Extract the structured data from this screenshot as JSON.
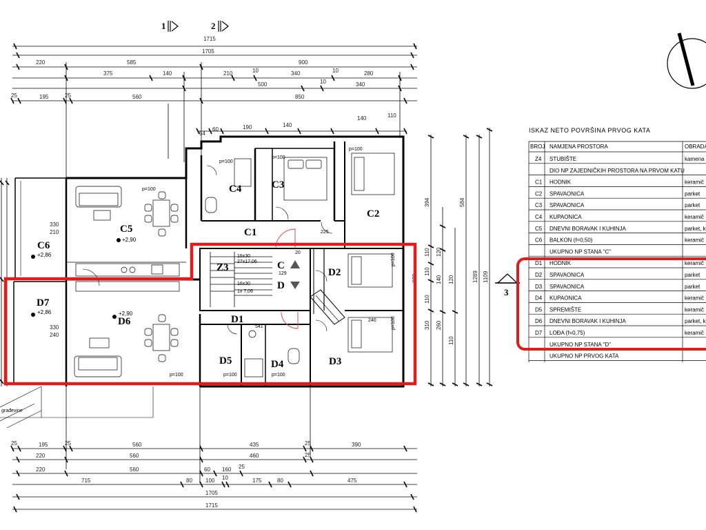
{
  "axes": {
    "a1": "1",
    "a2": "2",
    "a3": "3"
  },
  "dims_top": {
    "r1": [
      "1715"
    ],
    "r2": [
      "1705"
    ],
    "r3": [
      "220",
      "585",
      "900"
    ],
    "r4": [
      "375",
      "140",
      "210",
      "10",
      "340",
      "10",
      "280"
    ],
    "r5": [
      "500",
      "10",
      "340"
    ],
    "r6": [
      "25",
      "195",
      "25",
      "560",
      "850"
    ],
    "r7": [
      "54",
      "60",
      "190",
      "140",
      "140",
      "110"
    ]
  },
  "dims_bottom": {
    "r1": [
      "25",
      "195",
      "25",
      "560",
      "435",
      "25",
      "390"
    ],
    "r2": [
      "220",
      "560",
      "460",
      "25"
    ],
    "r3": [
      "220",
      "560",
      "60",
      "160",
      "25"
    ],
    "r4": [
      "715",
      "80",
      "100",
      "10",
      "175",
      "80",
      "475"
    ],
    "r5": [
      "1705"
    ],
    "r6": [
      "1715"
    ]
  },
  "dims_right": {
    "a": [
      "394",
      "110",
      "120",
      "110",
      "230",
      "140",
      "120",
      "110",
      "310",
      "260",
      "110"
    ],
    "b": [
      "1289",
      "1109",
      "584"
    ]
  },
  "dims_left": [
    "330",
    "210",
    "330",
    "240"
  ],
  "rooms": {
    "C1": "C1",
    "C2": "C2",
    "C3": "C3",
    "C4": "C4",
    "C5": "C5",
    "C6": "C6",
    "D1": "D1",
    "D2": "D2",
    "D3": "D3",
    "D4": "D4",
    "D5": "D5",
    "D6": "D6",
    "D7": "D7",
    "Z3": "Z3",
    "C": "C",
    "D": "D"
  },
  "levels": {
    "c5": "+2,90",
    "c6": "+2,86",
    "d7": "+2,86",
    "d6": "+2,90"
  },
  "floor_notes": {
    "c5": "p=100",
    "c2": "p=100",
    "c4": "p=100",
    "d2": "p=100",
    "d3": "p=100",
    "d6": "p=100",
    "d5": "p=100",
    "d4": "p=100",
    "c_top": "p=100"
  },
  "stair_notes": [
    "16x30",
    "27x17,06",
    "16x30",
    "1x 7,06",
    "225",
    "541",
    "240",
    "129",
    "20"
  ],
  "site_label": "građevine",
  "table": {
    "title": "ISKAZ NETO POVRŠINA PRVOG KATA",
    "headers": [
      "BROJ",
      "NAMJENA PROSTORA",
      "OBRADA"
    ],
    "rows": [
      {
        "num": "Z4",
        "name": "STUBIŠTE",
        "finish": "kamena"
      },
      {
        "num": "",
        "name": "DIO NP ZAJEDNIČKIH PROSTORA NA PRVOM KATU",
        "finish": ""
      },
      {
        "num": "C1",
        "name": "HODNIK",
        "finish": "keramič"
      },
      {
        "num": "C2",
        "name": "SPAVAONICA",
        "finish": "parket"
      },
      {
        "num": "C3",
        "name": "SPAVAONICA",
        "finish": "parket"
      },
      {
        "num": "C4",
        "name": "KUPAONICA",
        "finish": "keramič"
      },
      {
        "num": "C5",
        "name": "DNEVNI BORAVAK I KUHINJA",
        "finish": "parket, k"
      },
      {
        "num": "C6",
        "name": "BALKON (f=0,50)",
        "finish": "keramič"
      },
      {
        "num": "",
        "name": "UKUPNO NP STANA \"C\"",
        "finish": ""
      },
      {
        "num": "D1",
        "name": "HODNIK",
        "finish": "keramič"
      },
      {
        "num": "D2",
        "name": "SPAVAONICA",
        "finish": "parket"
      },
      {
        "num": "D3",
        "name": "SPAVAONICA",
        "finish": "parket"
      },
      {
        "num": "D4",
        "name": "KUPAONICA",
        "finish": "keramič"
      },
      {
        "num": "D5",
        "name": "SPREMIŠTE",
        "finish": "keramič"
      },
      {
        "num": "D6",
        "name": "DNEVNI BORAVAK I KUHINJA",
        "finish": "parket, k"
      },
      {
        "num": "D7",
        "name": "LOĐA (f=0,75)",
        "finish": "keramič"
      },
      {
        "num": "",
        "name": "UKUPNO NP STANA \"D\"",
        "finish": ""
      },
      {
        "num": "",
        "name": "UKUPNO NP PRVOG KATA",
        "finish": ""
      }
    ]
  },
  "colors": {
    "highlight": "#e01c1c",
    "line": "#000000",
    "door_swing": "#d84a4a"
  }
}
